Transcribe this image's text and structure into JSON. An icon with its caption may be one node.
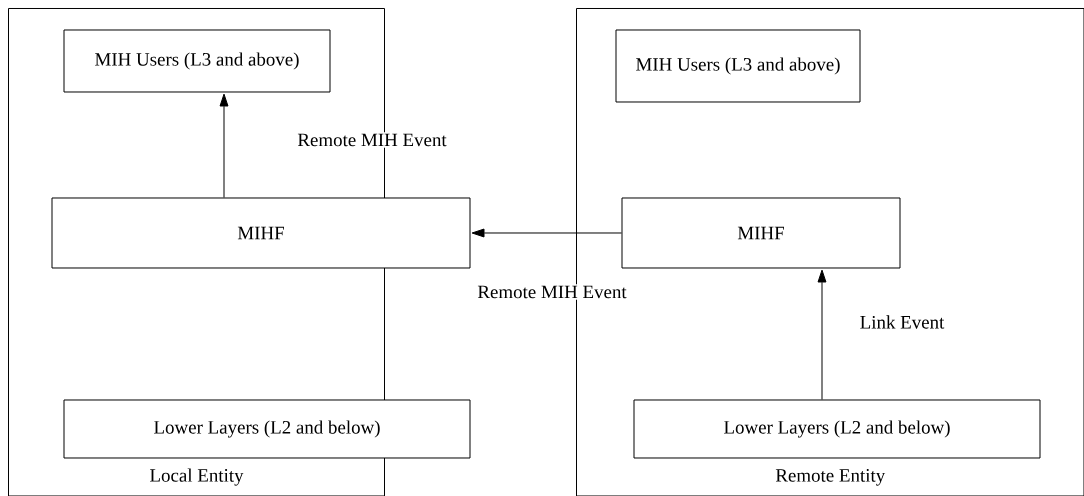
{
  "diagram": {
    "nodes": [
      {
        "text": [
          "Local Entity"
        ]
      },
      {
        "text": [
          "MIH Users (L3 and above)"
        ],
        "in": 0
      },
      {
        "text": [
          "MIHF"
        ]
      },
      {
        "text": [
          "Lower Layers (L2 and below)"
        ]
      },
      {
        "text": [
          "Remote Entity"
        ]
      },
      {
        "text": [
          "MIH Users (L3 and above)"
        ],
        "in": 4
      },
      {
        "text": [
          "MIHF"
        ],
        "in": 4
      },
      {
        "text": [
          "Lower Layers (L2 and below)"
        ],
        "in": 4
      }
    ],
    "edges": [
      {
        "from": 2,
        "to": 1,
        "arrow": "to",
        "label": "Remote MIH Event"
      },
      {
        "from": 6,
        "to": 2,
        "arrow": "to",
        "label": "Remote MIH Event"
      },
      {
        "from": 7,
        "to": 6,
        "arrow": "to",
        "label": "Link Event"
      }
    ]
  }
}
